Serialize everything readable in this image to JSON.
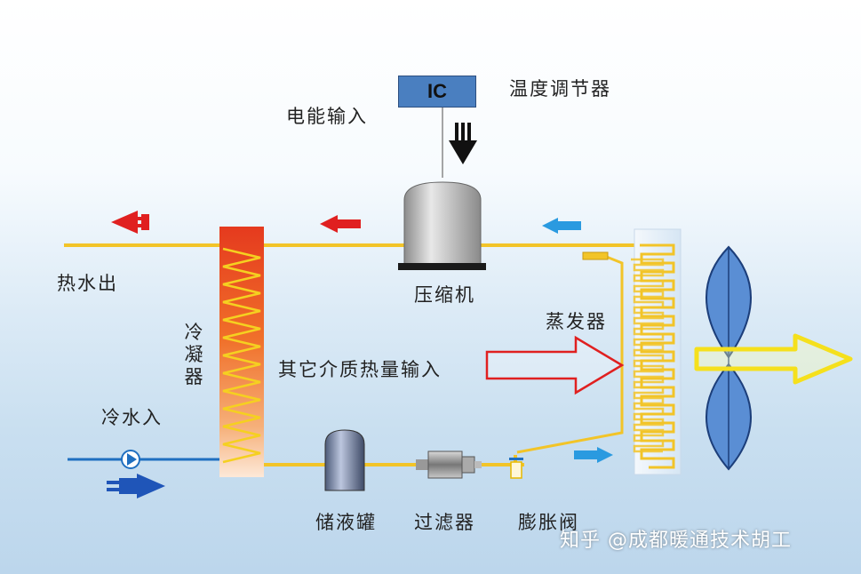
{
  "labels": {
    "thermostat": "温度调节器",
    "power_input": "电能输入",
    "ic": "IC",
    "hot_water_out": "热水出",
    "compressor": "压缩机",
    "evaporator": "蒸发器",
    "condenser": "冷凝器",
    "other_heat_input": "其它介质热量输入",
    "cold_water_in": "冷水入",
    "receiver": "储液罐",
    "filter": "过滤器",
    "expansion_valve": "膨胀阀"
  },
  "watermark": "知乎 @成都暖通技术胡工",
  "colors": {
    "pipe": "#f2c428",
    "hot_arrow": "#e02020",
    "cold_arrow": "#1f6fc0",
    "ic_box": "#4a7fc0",
    "fan_blade": "#5a8ed4"
  }
}
